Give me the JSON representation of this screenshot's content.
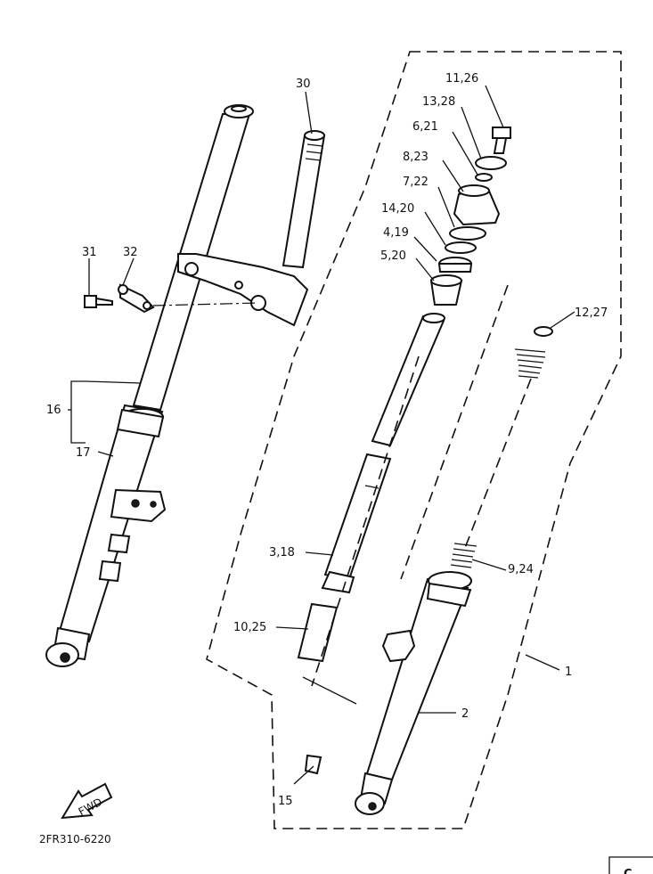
{
  "diagram": {
    "code": "2FR310-6220",
    "fwd_label": "FWD",
    "callouts": {
      "c1": "1",
      "c2": "2",
      "c3_18": "3,18",
      "c4_19": "4,19",
      "c5_20": "5,20",
      "c6_21": "6,21",
      "c7_22": "7,22",
      "c8_23": "8,23",
      "c9_24": "9,24",
      "c10_25": "10,25",
      "c11_26": "11,26",
      "c12_27": "12,27",
      "c13_28": "13,28",
      "c14_20": "14,20",
      "c15": "15",
      "c16": "16",
      "c17": "17",
      "c30": "30",
      "c31": "31",
      "c32": "32"
    },
    "corner_mark": "C"
  }
}
